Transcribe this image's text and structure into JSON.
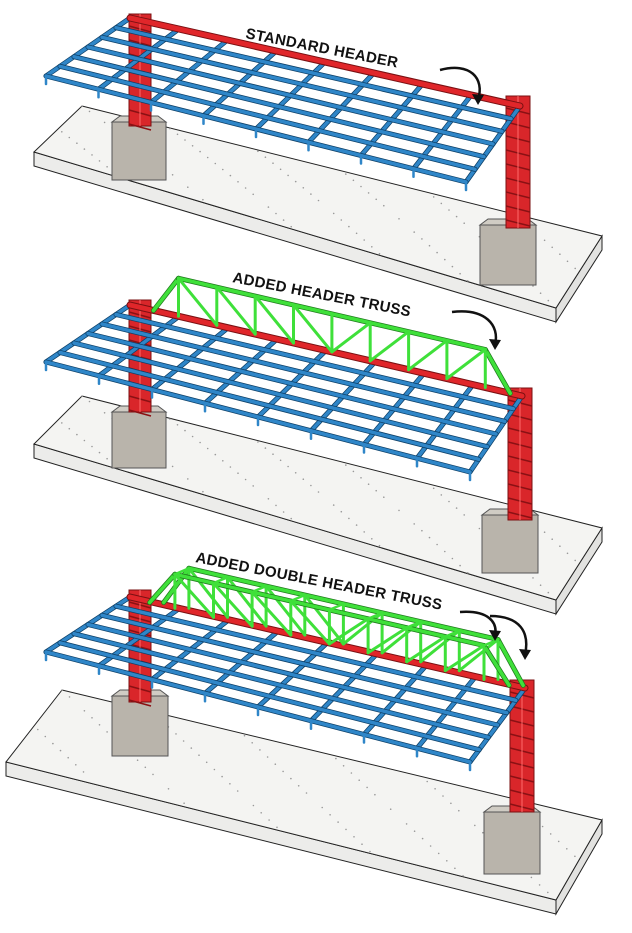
{
  "panels": [
    {
      "label": "STANDARD HEADER",
      "truss": "none"
    },
    {
      "label": "ADDED HEADER TRUSS",
      "truss": "single"
    },
    {
      "label": "ADDED DOUBLE HEADER TRUSS",
      "truss": "double"
    }
  ],
  "colors": {
    "deck": "#2f86c8",
    "header": "#e0262a",
    "column": "#d9262a",
    "truss": "#3fe03a",
    "footing": "#b9b4ab",
    "slab": "#f4f4f2",
    "outline": "#222222"
  }
}
